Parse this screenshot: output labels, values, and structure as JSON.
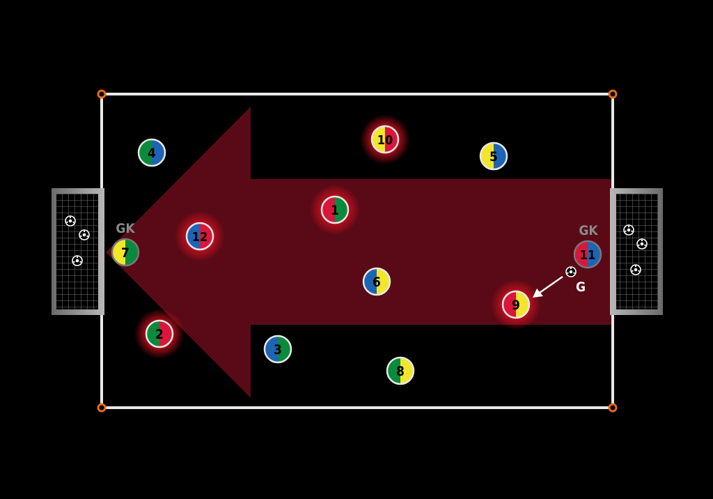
{
  "colors": {
    "background": "#000000",
    "field_line": "#e8e8e8",
    "cone": "#e86a10",
    "arrow": "#5a0a16",
    "glow": "#c0101e",
    "red": "#d8173a",
    "green": "#0a8a3c",
    "blue": "#1e64b4",
    "yellow": "#f2e62c"
  },
  "labels": {
    "gk_left": "GK",
    "gk_right": "GK",
    "pass_label": "G"
  },
  "players": [
    {
      "number": "4",
      "left": "green",
      "right": "blue",
      "highlight": false,
      "goalkeeper": false
    },
    {
      "number": "10",
      "left": "yellow",
      "right": "red",
      "highlight": true,
      "goalkeeper": false
    },
    {
      "number": "5",
      "left": "yellow",
      "right": "blue",
      "highlight": false,
      "goalkeeper": false
    },
    {
      "number": "1",
      "left": "red",
      "right": "green",
      "highlight": true,
      "goalkeeper": false
    },
    {
      "number": "12",
      "left": "blue",
      "right": "red",
      "highlight": true,
      "goalkeeper": false
    },
    {
      "number": "7",
      "left": "yellow",
      "right": "green",
      "highlight": false,
      "goalkeeper": true
    },
    {
      "number": "11",
      "left": "red",
      "right": "blue",
      "highlight": false,
      "goalkeeper": true
    },
    {
      "number": "6",
      "left": "blue",
      "right": "yellow",
      "highlight": false,
      "goalkeeper": false
    },
    {
      "number": "9",
      "left": "red",
      "right": "yellow",
      "highlight": true,
      "goalkeeper": false
    },
    {
      "number": "2",
      "left": "green",
      "right": "red",
      "highlight": true,
      "goalkeeper": false
    },
    {
      "number": "3",
      "left": "blue",
      "right": "green",
      "highlight": false,
      "goalkeeper": false
    },
    {
      "number": "8",
      "left": "green",
      "right": "yellow",
      "highlight": false,
      "goalkeeper": false
    }
  ]
}
